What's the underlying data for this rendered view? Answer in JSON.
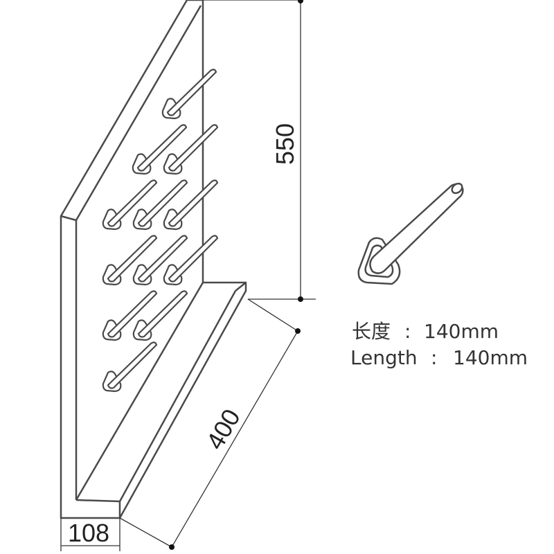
{
  "dimensions": {
    "height_value": "550",
    "depth_value": "400",
    "width_value": "108"
  },
  "specs": {
    "chinese_label": "长度",
    "chinese_value": "140mm",
    "english_label": "Length",
    "english_value": "140mm",
    "separator": ":"
  },
  "colors": {
    "line": "#4a4a4a",
    "text": "#222222",
    "background": "#ffffff"
  }
}
